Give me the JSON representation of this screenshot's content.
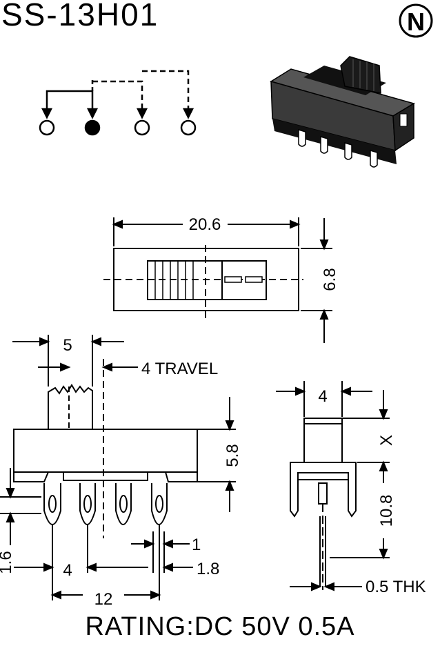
{
  "title": "SS-13H01",
  "logo_letter": "N",
  "rating": "RATING:DC 50V 0.5A",
  "dimensions": {
    "length": "20.6",
    "width": "6.8",
    "actuator_width": "5",
    "travel": "4 TRAVEL",
    "body_height": "5.8",
    "pin_offset": "1.6",
    "pin_pitch": "4",
    "pin_span": "12",
    "pin_width": "1",
    "pin_width_2": "1.8",
    "side_actuator_width": "4",
    "actuator_height": "X",
    "side_height": "10.8",
    "thickness": "0.5 THK"
  },
  "colors": {
    "line": "#000000",
    "filled_terminal": "#000000",
    "body_dark": "#2b2b2b"
  }
}
